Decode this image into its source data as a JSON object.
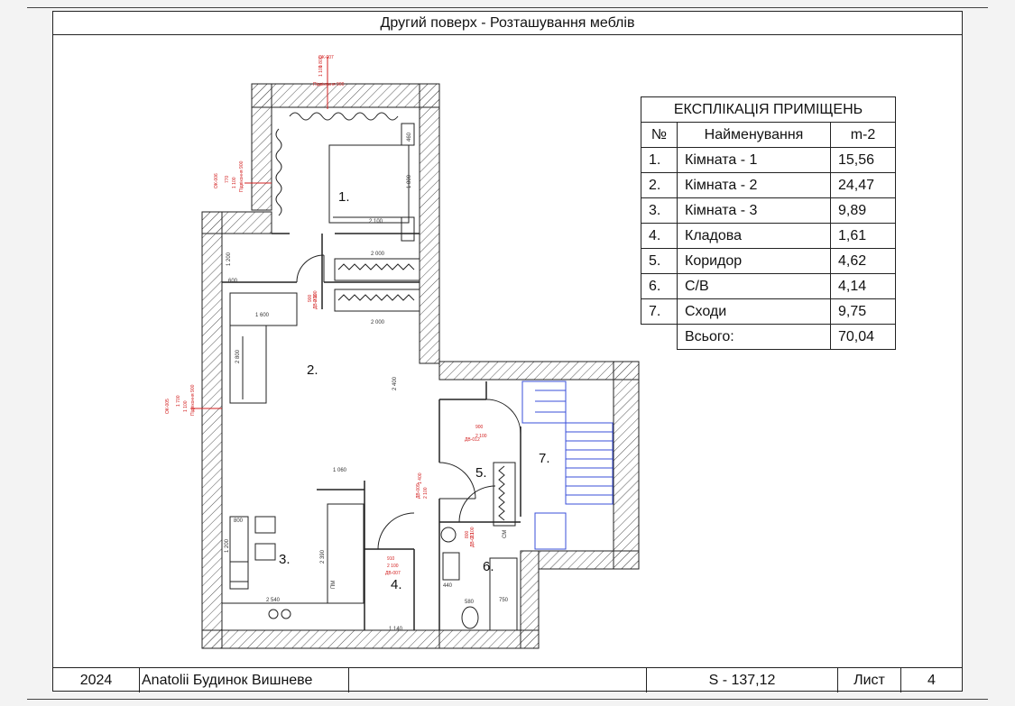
{
  "title": "Другий поверх - Розташування меблів",
  "explication": {
    "heading": "ЕКСПЛІКАЦІЯ ПРИМІЩЕНЬ",
    "columns": [
      "№",
      "Найменування",
      "m-2"
    ],
    "rows": [
      {
        "num": "1.",
        "name": "Кімната - 1",
        "area": "15,56"
      },
      {
        "num": "2.",
        "name": "Кімната - 2",
        "area": "24,47"
      },
      {
        "num": "3.",
        "name": "Кімната - 3",
        "area": "9,89"
      },
      {
        "num": "4.",
        "name": "Кладова",
        "area": "1,61"
      },
      {
        "num": "5.",
        "name": "Коридор",
        "area": "4,62"
      },
      {
        "num": "6.",
        "name": "С/В",
        "area": "4,14"
      },
      {
        "num": "7.",
        "name": "Сходи",
        "area": "9,75"
      }
    ],
    "total_label": "Всього:",
    "total_area": "70,04"
  },
  "room_labels": [
    "1.",
    "2.",
    "3.",
    "4.",
    "5.",
    "6.",
    "7."
  ],
  "dimensions": {
    "bed_width": "2 100",
    "wardrobe_top": "2 000",
    "wardrobe_bottom": "2 000",
    "sofa_length": "1 600",
    "sofa_depth": "2 800",
    "wall_cabinet": "2 400",
    "desk": "1 060",
    "kitchen": "2 540",
    "kitchen_side": "2 390",
    "storage": "1 140",
    "bath": "750",
    "shower": "440",
    "wc": "580",
    "table": "800",
    "table_side": "1 200",
    "small": "600",
    "nightstand": "460",
    "bed_len": "1 800",
    "small2": "1 200"
  },
  "red_notes": {
    "window_top": [
      "ОК-007",
      "1 800",
      "1 100",
      "Підвіконня 900"
    ],
    "window_left_top": [
      "ОК-006",
      "770",
      "1 100",
      "Підвіконня 900"
    ],
    "window_left_mid": [
      "ОК-005",
      "1 700",
      "1 100",
      "Підвіконня 900"
    ],
    "door_1": [
      "900",
      "2 100",
      "ДВ-008"
    ],
    "door_corr": [
      "ДВ-012",
      "900",
      "2 100"
    ],
    "door_2": [
      "ДВ-009",
      "1 400",
      "2 100"
    ],
    "door_storage": [
      "910",
      "2 100",
      "ДВ-007"
    ],
    "door_wc": [
      "800",
      "2 100",
      "ДВ-011"
    ]
  },
  "appliance_labels": [
    "ПМ",
    "СМ"
  ],
  "footer": {
    "year": "2024",
    "author": "Anatolii Будинок Вишневе",
    "area": "S - 137,12",
    "sheet_label": "Лист",
    "sheet_number": "4"
  },
  "colors": {
    "wall_hatch": "#444444",
    "annotation": "#d32020",
    "stairs": "#3a4fd8",
    "line": "#222222"
  }
}
